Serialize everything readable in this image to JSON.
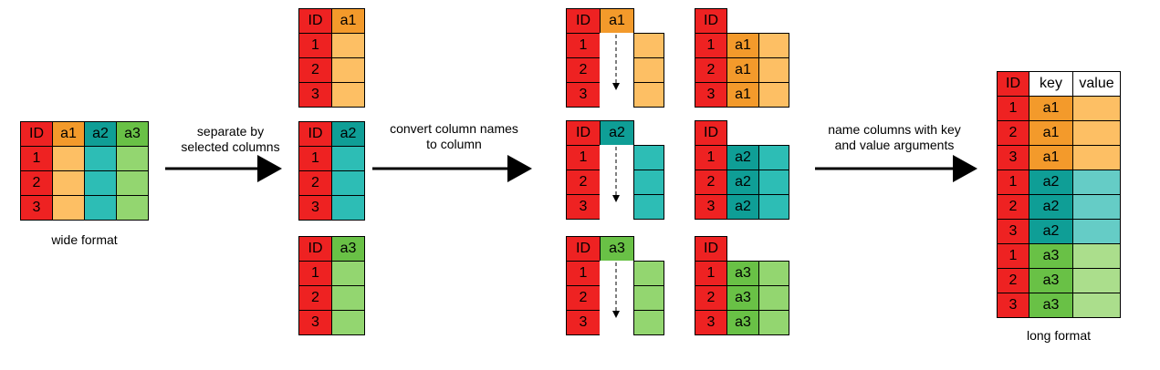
{
  "colors": {
    "id": "#ee2222",
    "a1_head": "#f39a2b",
    "a1_body": "#fdbf64",
    "a2_head": "#0f9e96",
    "a2_body": "#2dbdb5",
    "a2_body_light": "#65ccc6",
    "a3_head": "#69c146",
    "a3_body": "#93d670",
    "a3_body_light": "#abde8c",
    "plain": "#ffffff"
  },
  "cells": {
    "ID": "ID",
    "a1": "a1",
    "a2": "a2",
    "a3": "a3",
    "key": "key",
    "value": "value",
    "one": "1",
    "two": "2",
    "three": "3"
  },
  "captions": {
    "wide": "wide format",
    "long": "long format"
  },
  "arrow_labels": {
    "separate_line1": "separate by",
    "separate_line2": "selected columns",
    "convert_line1": "convert column names",
    "convert_line2": "to column",
    "name_line1": "name columns with key",
    "name_line2": "and value arguments"
  }
}
